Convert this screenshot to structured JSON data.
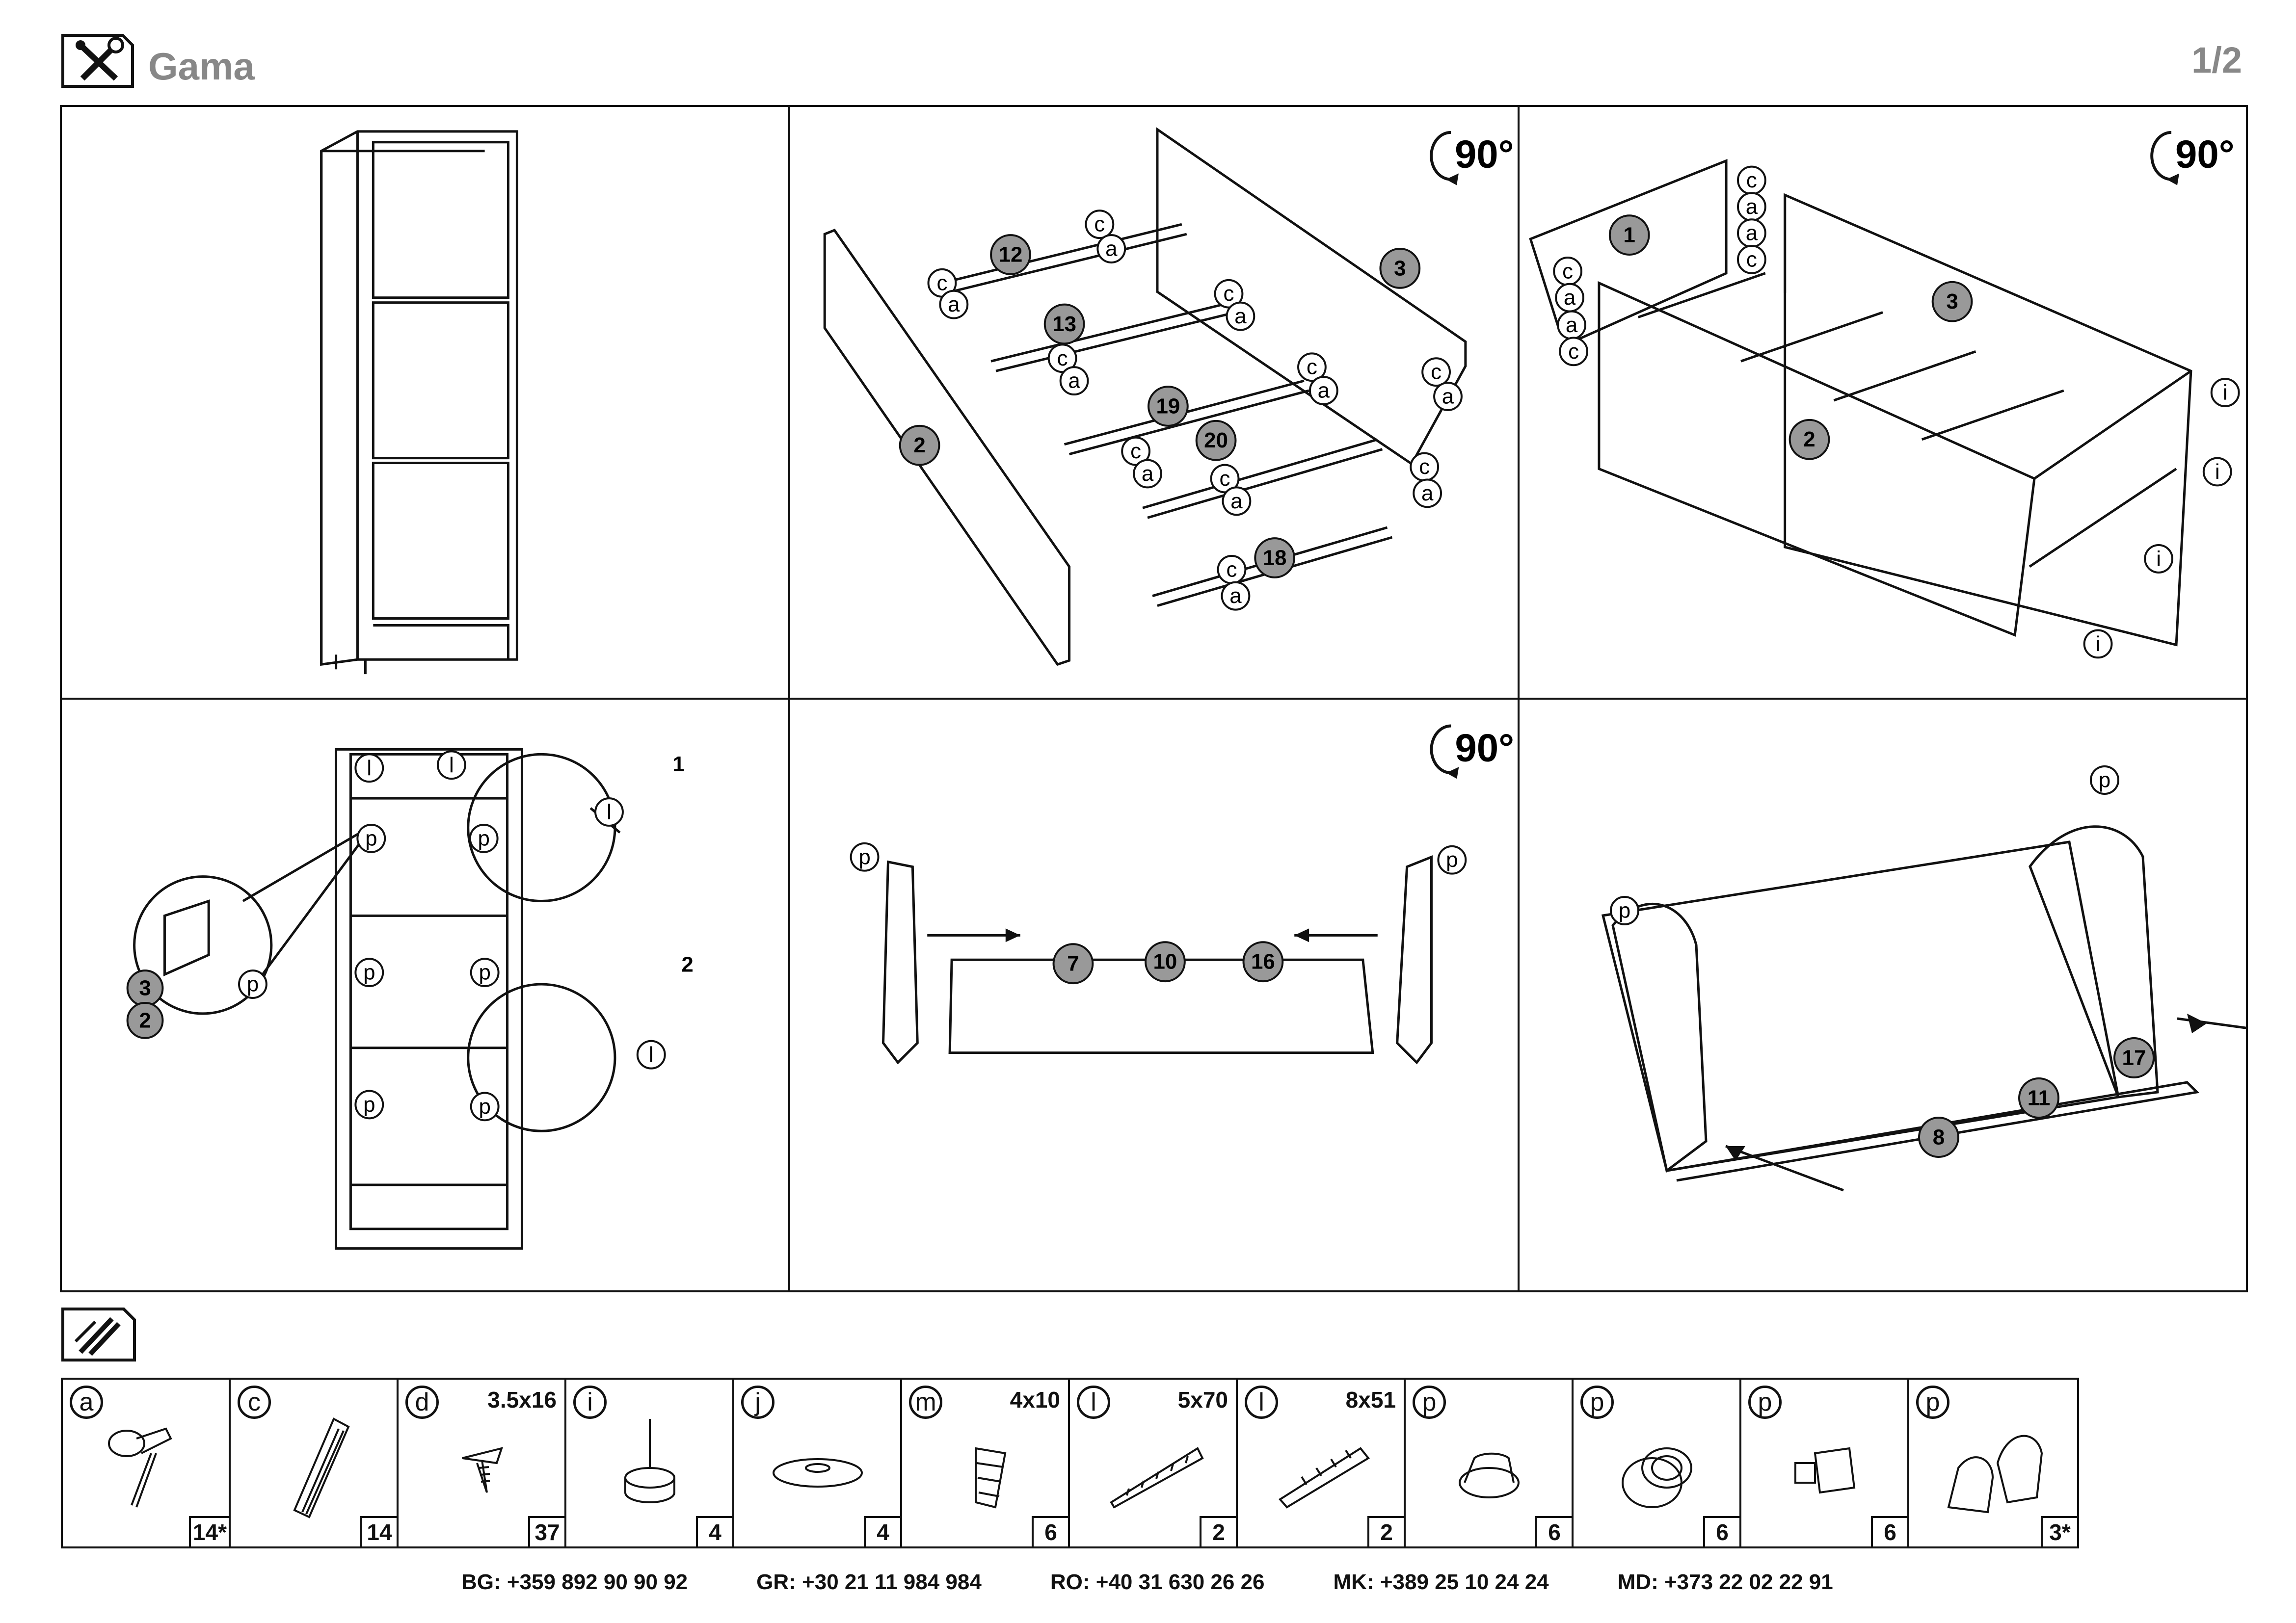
{
  "header": {
    "title": "Gama",
    "page": "1/2"
  },
  "steps": [
    {
      "id": "step1",
      "marks": []
    },
    {
      "id": "step2",
      "rotation": "90°",
      "numbers": [
        "12",
        "13",
        "19",
        "20",
        "18",
        "2",
        "3"
      ],
      "letters": [
        "c",
        "a"
      ]
    },
    {
      "id": "step3",
      "rotation": "90°",
      "numbers": [
        "1",
        "3",
        "2"
      ],
      "letters": [
        "c",
        "a",
        "i"
      ]
    },
    {
      "id": "step4",
      "labels": [
        "1",
        "2"
      ],
      "numbers": [
        "3",
        "2"
      ],
      "letters": [
        "l",
        "p"
      ]
    },
    {
      "id": "step5",
      "rotation": "90°",
      "numbers": [
        "7",
        "10",
        "16"
      ],
      "letters": [
        "p"
      ]
    },
    {
      "id": "step6",
      "numbers": [
        "17",
        "11",
        "8"
      ],
      "letters": [
        "p"
      ]
    }
  ],
  "parts": [
    {
      "letter": "a",
      "size": "",
      "qty": "14*"
    },
    {
      "letter": "c",
      "size": "",
      "qty": "14"
    },
    {
      "letter": "d",
      "size": "3.5x16",
      "qty": "37"
    },
    {
      "letter": "i",
      "size": "",
      "qty": "4"
    },
    {
      "letter": "j",
      "size": "",
      "qty": "4"
    },
    {
      "letter": "m",
      "size": "4x10",
      "qty": "6"
    },
    {
      "letter": "l",
      "size": "5x70",
      "qty": "2"
    },
    {
      "letter": "l",
      "size": "8x51",
      "qty": "2"
    },
    {
      "letter": "p",
      "size": "",
      "qty": "6"
    },
    {
      "letter": "p",
      "size": "",
      "qty": "6"
    },
    {
      "letter": "p",
      "size": "",
      "qty": "6"
    },
    {
      "letter": "p",
      "size": "",
      "qty": "3*"
    }
  ],
  "contacts": [
    {
      "country": "BG:",
      "phone": "+359 892 90 90 92"
    },
    {
      "country": "GR:",
      "phone": "+30 21 11 984 984"
    },
    {
      "country": "RO:",
      "phone": "+40 31 630 26 26"
    },
    {
      "country": "MK:",
      "phone": "+389 25 10 24 24"
    },
    {
      "country": "MD:",
      "phone": "+373 22 02 22 91"
    }
  ]
}
